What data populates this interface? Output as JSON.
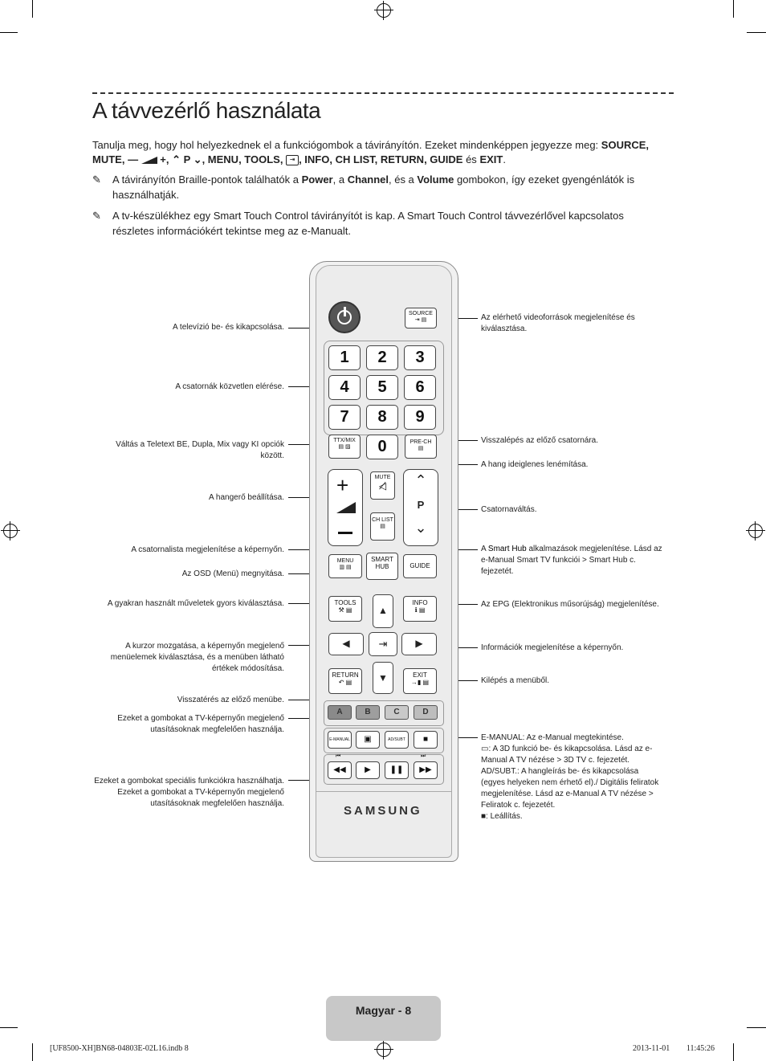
{
  "title": "A távvezérlő használata",
  "intro": {
    "text_before": "Tanulja meg, hogy hol helyezkednek el a funkciógombok a távirányítón. Ezeket mindenképpen jegyezze meg: ",
    "keys_line1": "SOURCE,",
    "keys_line2a": "MUTE, ",
    "keys_line2b": ", MENU, TOOLS, ",
    "keys_line2c": ", INFO, CH LIST, RETURN, GUIDE",
    "es": " és ",
    "exit": "EXIT",
    "dot": "."
  },
  "notes": [
    {
      "a": "A távirányítón Braille-pontok találhatók a ",
      "b1": "Power",
      "c": ", a ",
      "b2": "Channel",
      "d": ", és a ",
      "b3": "Volume",
      "e": " gombokon, így ezeket gyengénlátók is használhatják."
    },
    {
      "text": "A tv-készülékhez egy Smart Touch Control távirányítót is kap. A Smart Touch Control távvezérlővel kapcsolatos részletes információkért tekintse meg az e-Manualt."
    }
  ],
  "left_labels": [
    "A televízió be- és kikapcsolása.",
    "A csatornák közvetlen elérése.",
    "Váltás a Teletext BE, Dupla, Mix vagy KI opciók között.",
    "A hangerő beállítása.",
    "A csatornalista megjelenítése a képernyőn.",
    "Az OSD (Menü) megnyitása.",
    "A gyakran használt műveletek gyors kiválasztása.",
    "A kurzor mozgatása, a képernyőn megjelenő menüelemek kiválasztása, és a menüben látható értékek módosítása.",
    "Visszatérés az előző menübe.",
    "Ezeket a gombokat a TV-képernyőn megjelenő utasításoknak megfelelően használja.",
    "Ezeket a gombokat speciális funkciókra használhatja. Ezeket a gombokat a TV-képernyőn megjelenő utasításoknak megfelelően használja."
  ],
  "right_labels": {
    "source": "Az elérhető videoforrások megjelenítése és kiválasztása.",
    "prech": "Visszalépés az előző csatornára.",
    "mute": "A hang ideiglenes lenémítása.",
    "channel": "Csatornaváltás.",
    "smarthub_a": "A ",
    "smarthub_b": "Smart Hub",
    "smarthub_c": " alkalmazások megjelenítése. Lásd az e-Manual ",
    "smarthub_d": "Smart TV funkciói",
    "smarthub_e": " > ",
    "smarthub_f": "Smart Hub",
    "smarthub_g": " c. fejezetét.",
    "guide_a": "Az ",
    "guide_b": "EPG",
    "guide_c": " (Elektronikus műsorújság) megjelenítése.",
    "info": "Információk megjelenítése a képernyőn.",
    "exit": "Kilépés a menüből.",
    "em_a": "E-MANUAL:",
    "em_b": " Az ",
    "em_c": "e-Manual",
    "em_d": " megtekintése.",
    "d3_a": ": A 3D funkció be- és kikapcsolása. Lásd az e-Manual ",
    "d3_b": "A TV nézése",
    "d3_c": " > ",
    "d3_d": "3D TV",
    "d3_e": " c. fejezetét.",
    "ad_a": "AD/SUBT.",
    "ad_b": ": A hangleírás be- és kikapcsolása (egyes helyeken nem érhető el)./ Digitális feliratok megjelenítése. Lásd az e-Manual ",
    "ad_c": "A TV nézése",
    "ad_d": " > ",
    "ad_e": "Feliratok",
    "ad_f": " c. fejezetét.",
    "stop": ": Leállítás."
  },
  "remote": {
    "source": "SOURCE",
    "numbers": [
      "1",
      "2",
      "3",
      "4",
      "5",
      "6",
      "7",
      "8",
      "9",
      "0"
    ],
    "ttx": "TTX/MIX",
    "prech": "PRE-CH",
    "mute": "MUTE",
    "chlist": "CH LIST",
    "p": "P",
    "menu": "MENU",
    "smarthub": "SMART HUB",
    "guide": "GUIDE",
    "tools": "TOOLS",
    "info": "INFO",
    "return": "RETURN",
    "exit": "EXIT",
    "colors": [
      {
        "label": "A",
        "color": "#8a8a8a"
      },
      {
        "label": "B",
        "color": "#9e9e9e"
      },
      {
        "label": "C",
        "color": "#c9c9c9"
      },
      {
        "label": "D",
        "color": "#bdbdbd"
      }
    ],
    "emanual": "E-MANUAL",
    "adsubt": "AD/SUBT",
    "brand": "SAMSUNG"
  },
  "footer": {
    "page": "Magyar - 8",
    "file": "[UF8500-XH]BN68-04803E-02L16.indb   8",
    "date": "2013-11-01   ￿￿ 11:45:26"
  }
}
